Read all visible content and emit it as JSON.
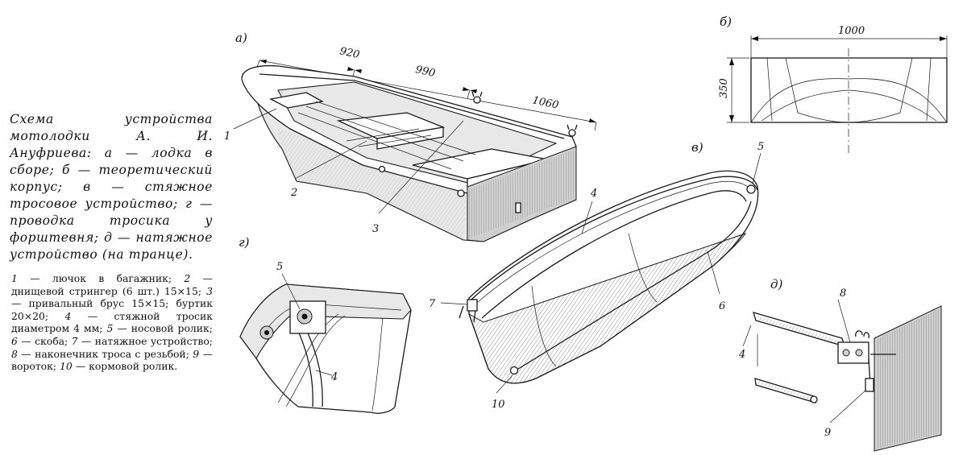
{
  "caption": {
    "text": "Схема устройства мотолодки А. И. Ануфриева: а — лодка в сборе; б — теоретический корпус; в — стяжное тросовое устройство; г — проводка тросика у форштевня; д — натяжное устройство (на транце)."
  },
  "legend": {
    "items": [
      {
        "n": "1",
        "text": "лючок в багажник;"
      },
      {
        "n": "2",
        "text": "днищевой стрингер (6 шт.) 15×15;"
      },
      {
        "n": "3",
        "text": "привальный брус 15×15; буртик 20×20;"
      },
      {
        "n": "4",
        "text": "стяжной тросик диаметром 4 мм;"
      },
      {
        "n": "5",
        "text": "носовой ролик;"
      },
      {
        "n": "6",
        "text": "скоба;"
      },
      {
        "n": "7",
        "text": "натяжное устройство;"
      },
      {
        "n": "8",
        "text": "наконечник троса с резьбой;"
      },
      {
        "n": "9",
        "text": "вороток;"
      },
      {
        "n": "10",
        "text": "кормовой ролик."
      }
    ]
  },
  "panels": {
    "a": "а)",
    "b": "б)",
    "v": "в)",
    "g": "г)",
    "d": "д)"
  },
  "dimensions": {
    "len1": "920",
    "len2": "990",
    "len3": "1060",
    "width": "1000",
    "height": "350"
  },
  "callouts": {
    "a1": "1",
    "a2": "2",
    "a3": "3",
    "v4": "4",
    "v5": "5",
    "v6": "6",
    "v7": "7",
    "v10": "10",
    "g5": "5",
    "g4": "4",
    "d8": "8",
    "d4": "4",
    "d9": "9"
  }
}
